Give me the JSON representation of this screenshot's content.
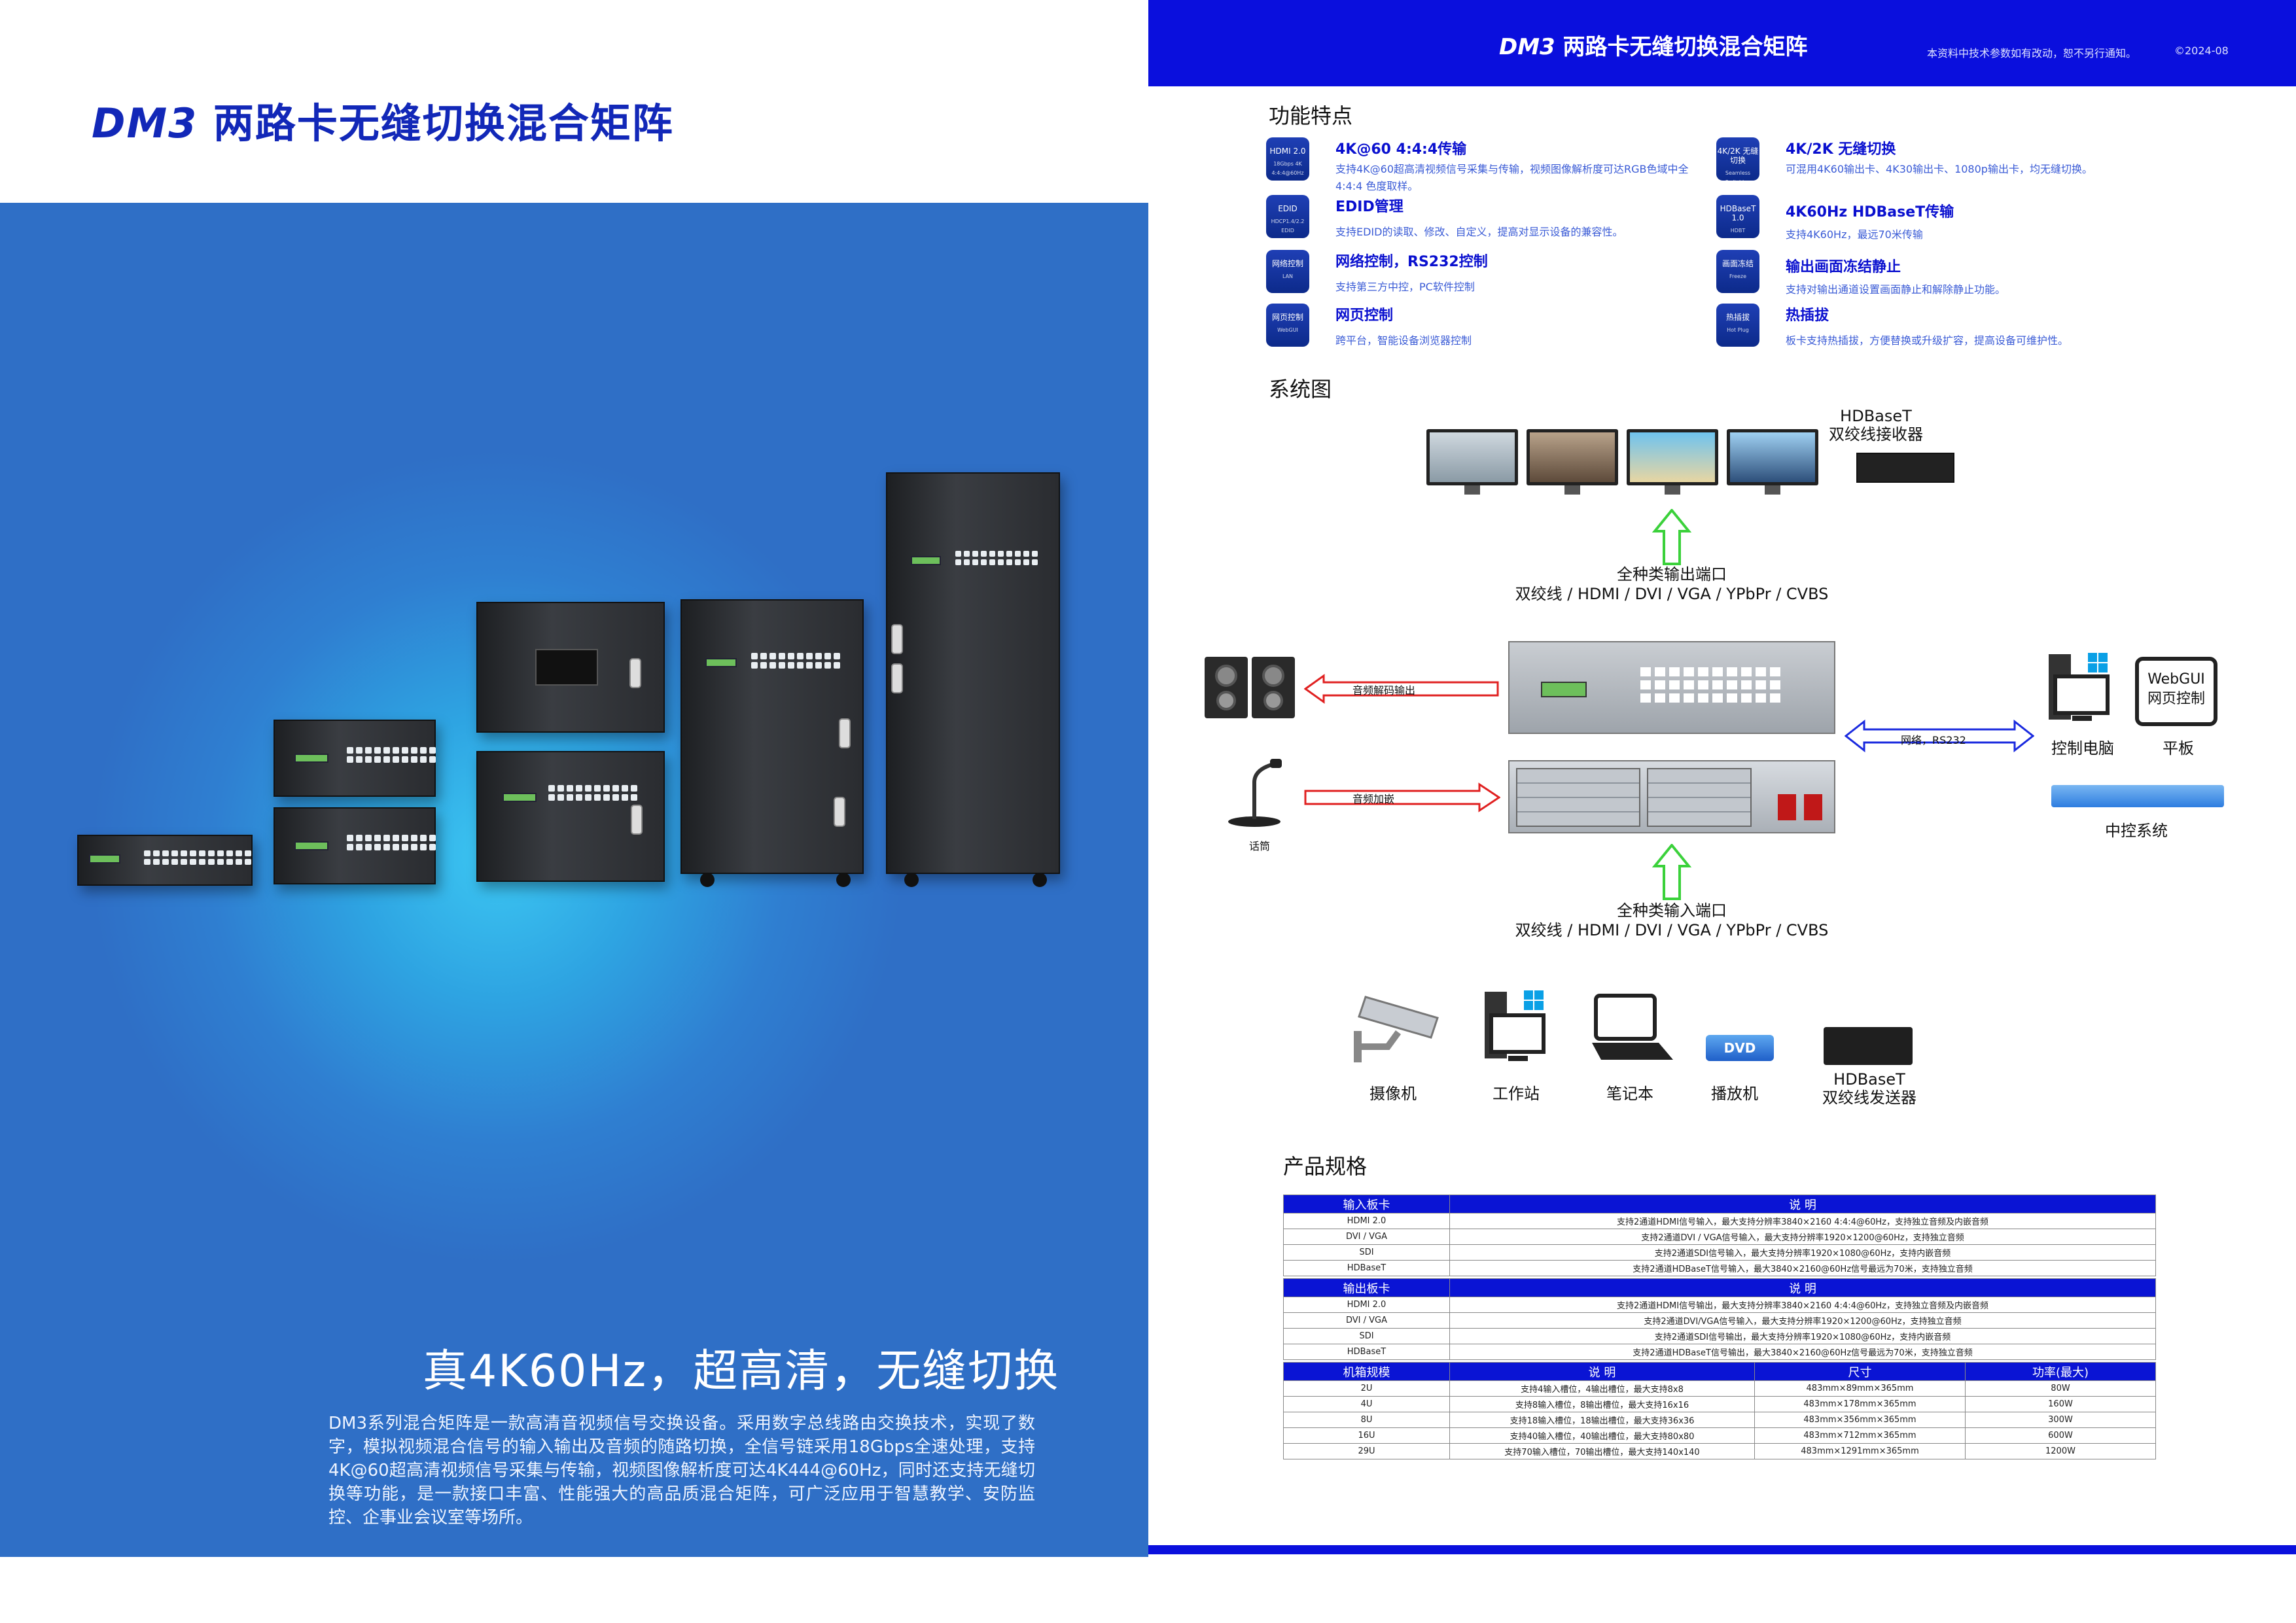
{
  "left": {
    "title_model": "DM3",
    "title_text": " 两路卡无缝切换混合矩阵",
    "slogan": "真4K60Hz，超高清，无缝切换",
    "description": "DM3系列混合矩阵是一款高清音视频信号交换设备。采用数字总线路由交换技术，实现了数字，模拟视频混合信号的输入输出及音频的随路切换，全信号链采用18Gbps全速处理，支持4K@60超高清视频信号采集与传输，视频图像解析度可达4K444@60Hz，同时还支持无缝切换等功能，是一款接口丰富、性能强大的高品质混合矩阵，可广泛应用于智慧教学、安防监控、企事业会议室等场所。"
  },
  "right": {
    "header": {
      "title_model": "DM3",
      "title_text": " 两路卡无缝切换混合矩阵",
      "note": "本资料中技术参数如有改动，恕不另行通知。",
      "date": "©2024-08"
    },
    "features_title": "功能特点",
    "features": [
      {
        "badge": "HDMI 2.0",
        "badge_sub": "18Gbps 4K 4:4:4@60Hz",
        "title": "4K@60 4:4:4传输",
        "desc": "支持4K@60超高清视频信号采集与传输，视频图像解析度可达RGB色域中全 4:4:4 色度取样。"
      },
      {
        "badge": "4K/2K 无缝切换",
        "badge_sub": "Seamless Switching",
        "title": "4K/2K 无缝切换",
        "desc": "可混用4K60输出卡、4K30输出卡、1080p输出卡，均无缝切换。"
      },
      {
        "badge": "EDID",
        "badge_sub": "HDCP1.4/2.2 EDID",
        "title": "EDID管理",
        "desc": "支持EDID的读取、修改、自定义，提高对显示设备的兼容性。"
      },
      {
        "badge": "HDBaseT 1.0",
        "badge_sub": "HDBT",
        "title": "4K60Hz HDBaseT传输",
        "desc": "支持4K60Hz，最远70米传输"
      },
      {
        "badge": "网络控制",
        "badge_sub": "LAN",
        "title": "网络控制，RS232控制",
        "desc": "支持第三方中控，PC软件控制"
      },
      {
        "badge": "画面冻结",
        "badge_sub": "Freeze",
        "title": "输出画面冻结静止",
        "desc": "支持对输出通道设置画面静止和解除静止功能。"
      },
      {
        "badge": "网页控制",
        "badge_sub": "WebGUI",
        "title": "网页控制",
        "desc": "跨平台，智能设备浏览器控制"
      },
      {
        "badge": "热插拔",
        "badge_sub": "Hot Plug",
        "title": "热插拔",
        "desc": "板卡支持热插拔，方便替换或升级扩容，提高设备可维护性。"
      }
    ],
    "system_title": "系统图",
    "diagram": {
      "hdbt_receiver": "HDBaseT\n双绞线接收器",
      "output_ports_title": "全种类输出端口",
      "output_ports": "双绞线 / HDMI / DVI / VGA / YPbPr / CVBS",
      "audio_out": "音频解码输出",
      "audio_in": "音频加嵌",
      "mic": "话筒",
      "network": "网络，RS232",
      "control_pc": "控制电脑",
      "tablet_top": "WebGUI",
      "tablet_bottom": "网页控制",
      "tablet": "平板",
      "central_control": "中控系统",
      "input_ports_title": "全种类输入端口",
      "input_ports": "双绞线 / HDMI / DVI / VGA / YPbPr / CVBS",
      "camera": "摄像机",
      "workstation": "工作站",
      "laptop": "笔记本",
      "player": "播放机",
      "dvd": "DVD",
      "hdbt_sender": "HDBaseT\n双绞线发送器"
    },
    "spec_title": "产品规格",
    "input_table": {
      "h1": "输入板卡",
      "h2": "说 明",
      "rows": [
        [
          "HDMI 2.0",
          "支持2通道HDMI信号输入，最大支持分辨率3840×2160 4:4:4@60Hz，支持独立音频及内嵌音频"
        ],
        [
          "DVI / VGA",
          "支持2通道DVI / VGA信号输入，最大支持分辨率1920×1200@60Hz，支持独立音频"
        ],
        [
          "SDI",
          "支持2通道SDI信号输入，最大支持分辨率1920×1080@60Hz，支持内嵌音频"
        ],
        [
          "HDBaseT",
          "支持2通道HDBaseT信号输入，最大3840×2160@60Hz信号最远为70米，支持独立音频"
        ]
      ]
    },
    "output_table": {
      "h1": "输出板卡",
      "h2": "说 明",
      "rows": [
        [
          "HDMI 2.0",
          "支持2通道HDMI信号输出，最大支持分辨率3840×2160 4:4:4@60Hz，支持独立音频及内嵌音频"
        ],
        [
          "DVI / VGA",
          "支持2通道DVI/VGA信号输入，最大支持分辨率1920×1200@60Hz，支持独立音频"
        ],
        [
          "SDI",
          "支持2通道SDI信号输出，最大支持分辨率1920×1080@60Hz，支持内嵌音频"
        ],
        [
          "HDBaseT",
          "支持2通道HDBaseT信号输出，最大3840×2160@60Hz信号最远为70米，支持独立音频"
        ]
      ]
    },
    "chassis_table": {
      "h1": "机箱规模",
      "h2": "说 明",
      "h3": "尺寸",
      "h4": "功率(最大)",
      "rows": [
        [
          "2U",
          "支持4输入槽位，4输出槽位，最大支持8x8",
          "483mm×89mm×365mm",
          "80W"
        ],
        [
          "4U",
          "支持8输入槽位，8输出槽位，最大支持16x16",
          "483mm×178mm×365mm",
          "160W"
        ],
        [
          "8U",
          "支持18输入槽位，18输出槽位，最大支持36x36",
          "483mm×356mm×365mm",
          "300W"
        ],
        [
          "16U",
          "支持40输入槽位，40输出槽位，最大支持80x80",
          "483mm×712mm×365mm",
          "600W"
        ],
        [
          "29U",
          "支持70输入槽位，70输出槽位，最大支持140x140",
          "483mm×1291mm×365mm",
          "1200W"
        ]
      ]
    }
  }
}
